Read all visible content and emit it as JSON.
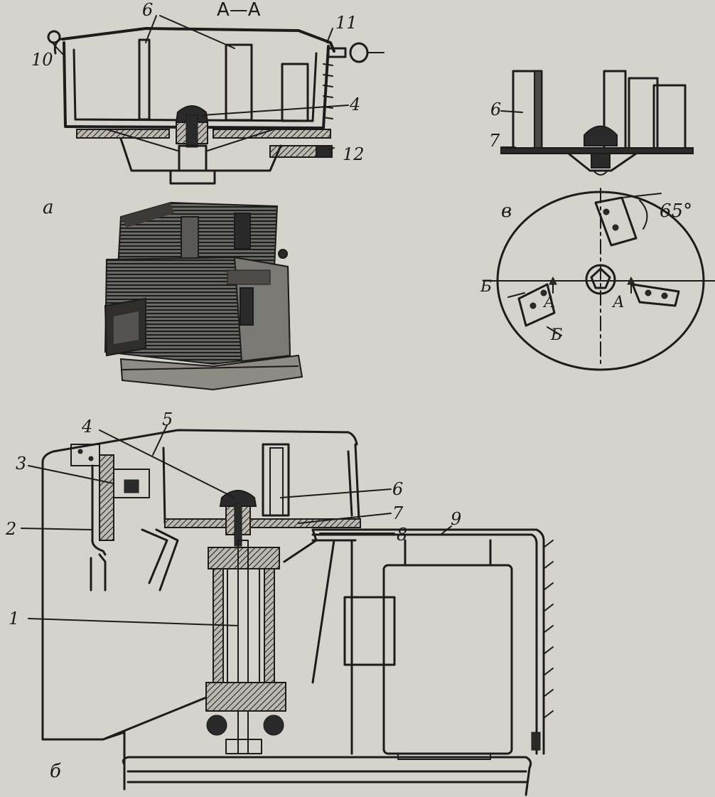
{
  "section_title": "А—А",
  "views": {
    "a": "а",
    "b": "б",
    "v": "в"
  },
  "callouts": {
    "n1": "1",
    "n2": "2",
    "n3": "3",
    "n4": "4",
    "n5": "5",
    "n6": "6",
    "n7": "7",
    "n8": "8",
    "n9": "9",
    "n10": "10",
    "n11": "11",
    "n12": "12"
  },
  "plan_view": {
    "angle": "65°",
    "cut_a": "А",
    "cut_b": "Б"
  }
}
